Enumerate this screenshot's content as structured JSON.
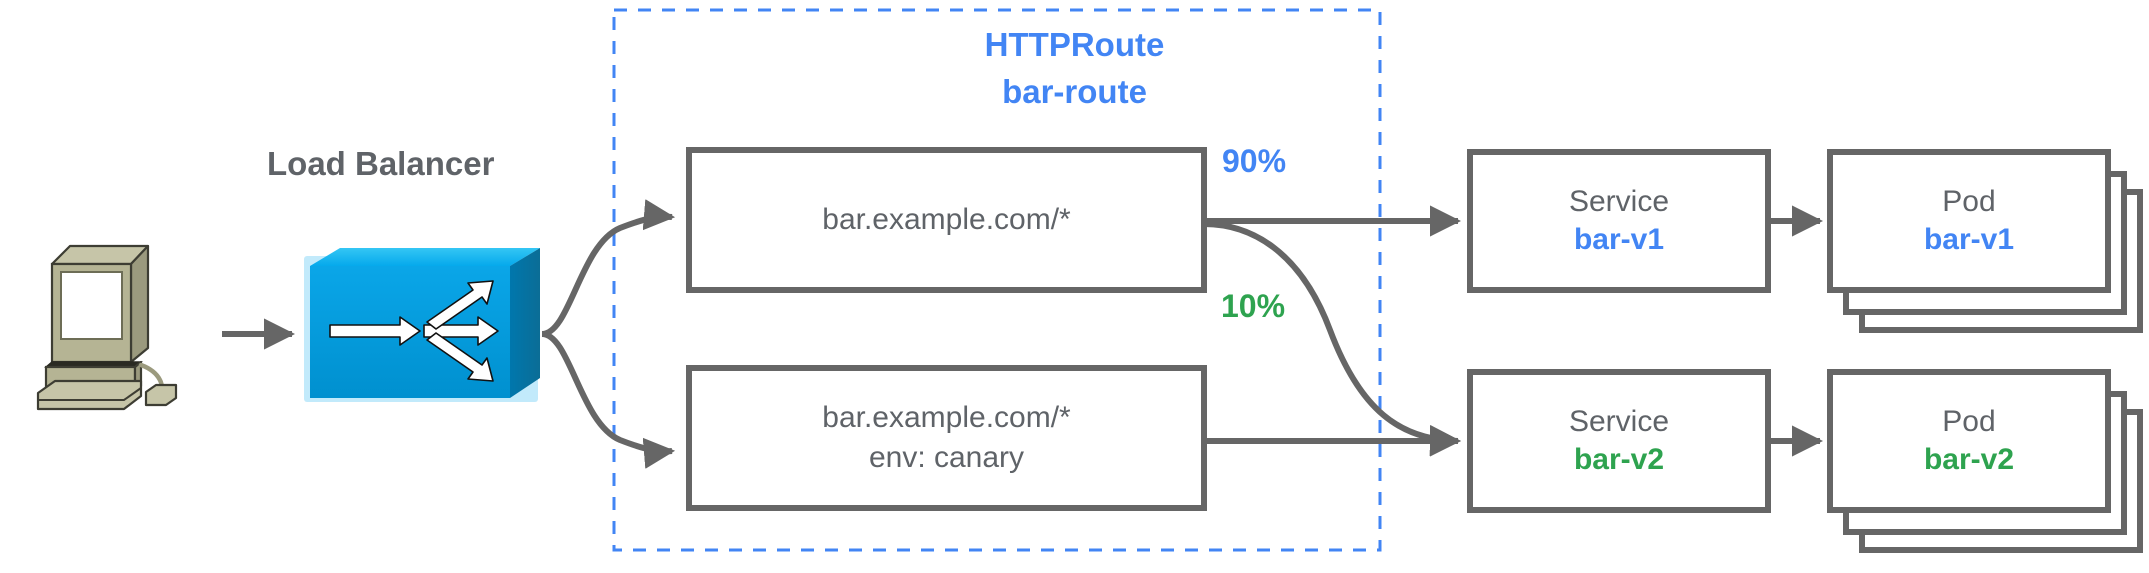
{
  "diagram": {
    "title_kind": "HTTPRoute",
    "title_name": "bar-route",
    "colors": {
      "blue": "#4285f4",
      "green": "#2ea34f",
      "gray": "#5f6368",
      "box_border": "#666666",
      "lb_cyan": "#00a2e0",
      "computer_beige": "#b5b494"
    }
  },
  "client": {
    "icon": "desktop-computer-icon"
  },
  "load_balancer": {
    "label": "Load Balancer",
    "icon": "load-balancer-icon"
  },
  "route_rules": [
    {
      "id": "rule-primary",
      "match": "bar.example.com/*",
      "extra": ""
    },
    {
      "id": "rule-canary",
      "match": "bar.example.com/*",
      "extra": "env: canary"
    }
  ],
  "weights": [
    {
      "id": "weight-90",
      "label": "90%",
      "color": "#4285f4"
    },
    {
      "id": "weight-10",
      "label": "10%",
      "color": "#2ea34f"
    }
  ],
  "services": [
    {
      "id": "service-bar-v1",
      "kind": "Service",
      "name": "bar-v1",
      "color": "#4285f4"
    },
    {
      "id": "service-bar-v2",
      "kind": "Service",
      "name": "bar-v2",
      "color": "#2ea34f"
    }
  ],
  "pods": [
    {
      "id": "pod-bar-v1",
      "kind": "Pod",
      "name": "bar-v1",
      "color": "#4285f4",
      "replicas": 3
    },
    {
      "id": "pod-bar-v2",
      "kind": "Pod",
      "name": "bar-v2",
      "color": "#2ea34f",
      "replicas": 3
    }
  ]
}
